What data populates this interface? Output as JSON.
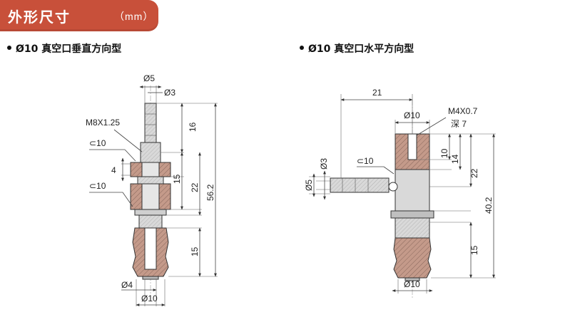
{
  "header": {
    "title": "外形尺寸",
    "unit": "（mm）",
    "bg_color": "#c8503a"
  },
  "left": {
    "title": "Ø10 真空口垂直方向型",
    "labels": {
      "d5": "Ø5",
      "d3": "Ø3",
      "thread": "M8X1.25",
      "hex1": "⊂10",
      "h4": "4",
      "hex2": "⊂10",
      "h16": "16",
      "h15": "15",
      "h22": "22",
      "h56": "56.2",
      "h15b": "15",
      "d4": "Ø4",
      "d10": "Ø10"
    }
  },
  "right": {
    "title": "Ø10 真空口水平方向型",
    "labels": {
      "w21": "21",
      "d10top": "Ø10",
      "thread": "M4X0.7",
      "depth": "深 7",
      "hex": "⊂10",
      "d3": "Ø3",
      "d5": "Ø5",
      "h10": "10",
      "h14": "14",
      "h22": "22",
      "h40": "40.2",
      "h15": "15",
      "d10": "Ø10"
    }
  },
  "colors": {
    "part_fill": "#d9d9d9",
    "section_fill": "#c49a8a",
    "hatch": "#7a7a7a"
  }
}
